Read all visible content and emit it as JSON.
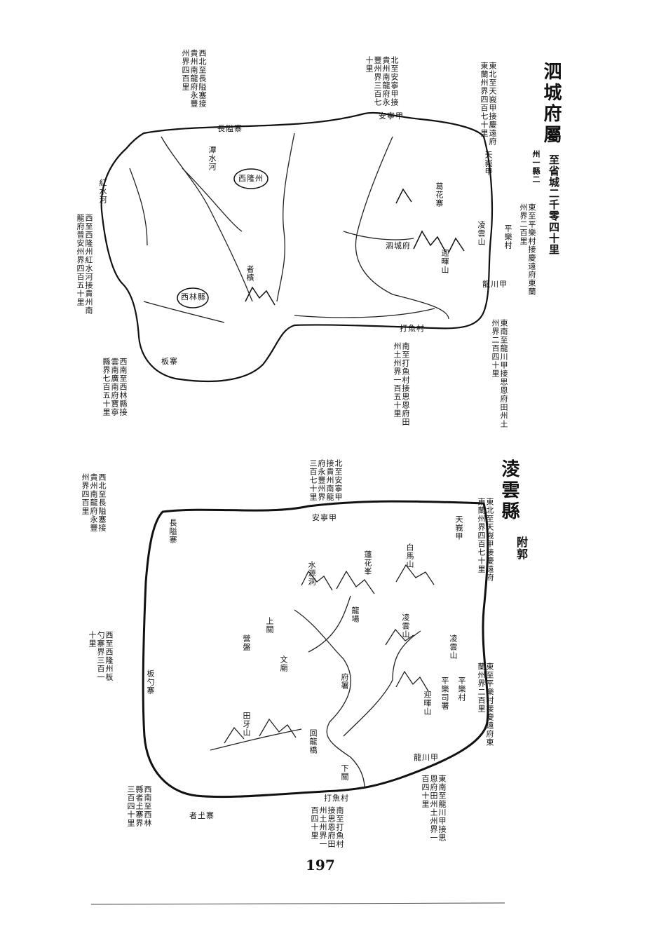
{
  "page_number": "197",
  "top_map": {
    "title": "泗城府屬",
    "subtitle_small": "州一縣二",
    "subtitle": "至省城二千零四十里",
    "boundary_notes": [
      "東北至天峩甲接慶遠府東蘭州界四百七十里",
      "北至安寧甲接貴州南龍府永豐州界三百七十里",
      "西北至長隘塞接貴州南龍府永豐州界四百里",
      "西至西隆州紅水河接貴州南龍府普安州界四百五十里",
      "西南至西林縣接雲南廣南府寶寧縣界七百五十里",
      "南至打魚村接思恩府田州土州界一百五十里",
      "東南至龍川甲接思恩府田州土州界二百四十里",
      "東至平樂村接慶遠府東蘭州界二百里"
    ],
    "place_labels": [
      "天峩甲",
      "安寧甲",
      "長隘寨",
      "潭水河",
      "西隆州",
      "紅水河",
      "西林縣",
      "者檳",
      "凌雲山",
      "平樂村",
      "龍川甲",
      "打魚村",
      "泗城府",
      "迎暉山",
      "板寨",
      "葛花寨"
    ]
  },
  "bottom_map": {
    "title": "淩雲縣",
    "subtitle": "附郭",
    "boundary_notes": [
      "東北至天峩甲接慶遠府東蘭州界四百七十里",
      "北至安寧甲接貴州南龍府永豐州界三百七十里",
      "西北至長隘塞接貴州南龍府永豐州界四百里",
      "西至西隆州板勺寨界三百一十里",
      "西南至西林縣者𡈽寨界三百四十里",
      "南至打魚村接思恩府田州土州界一百四十里",
      "東南至龍川甲接思恩府田州土州界一百四十里",
      "東至平樂村接慶遠府東蘭州界二百里"
    ],
    "place_labels": [
      "長隘寨",
      "安寧甲",
      "天峩甲",
      "白馬山",
      "水源洞",
      "蓮花峯",
      "龍場",
      "凌雲山",
      "凌雲山",
      "上關",
      "板勺寨",
      "府署",
      "平樂司署",
      "平樂村",
      "迎暉山",
      "田牙山",
      "回龍橋",
      "下關",
      "龍川甲",
      "者𡈽寨",
      "打魚村",
      "文廟",
      "營盤"
    ]
  }
}
